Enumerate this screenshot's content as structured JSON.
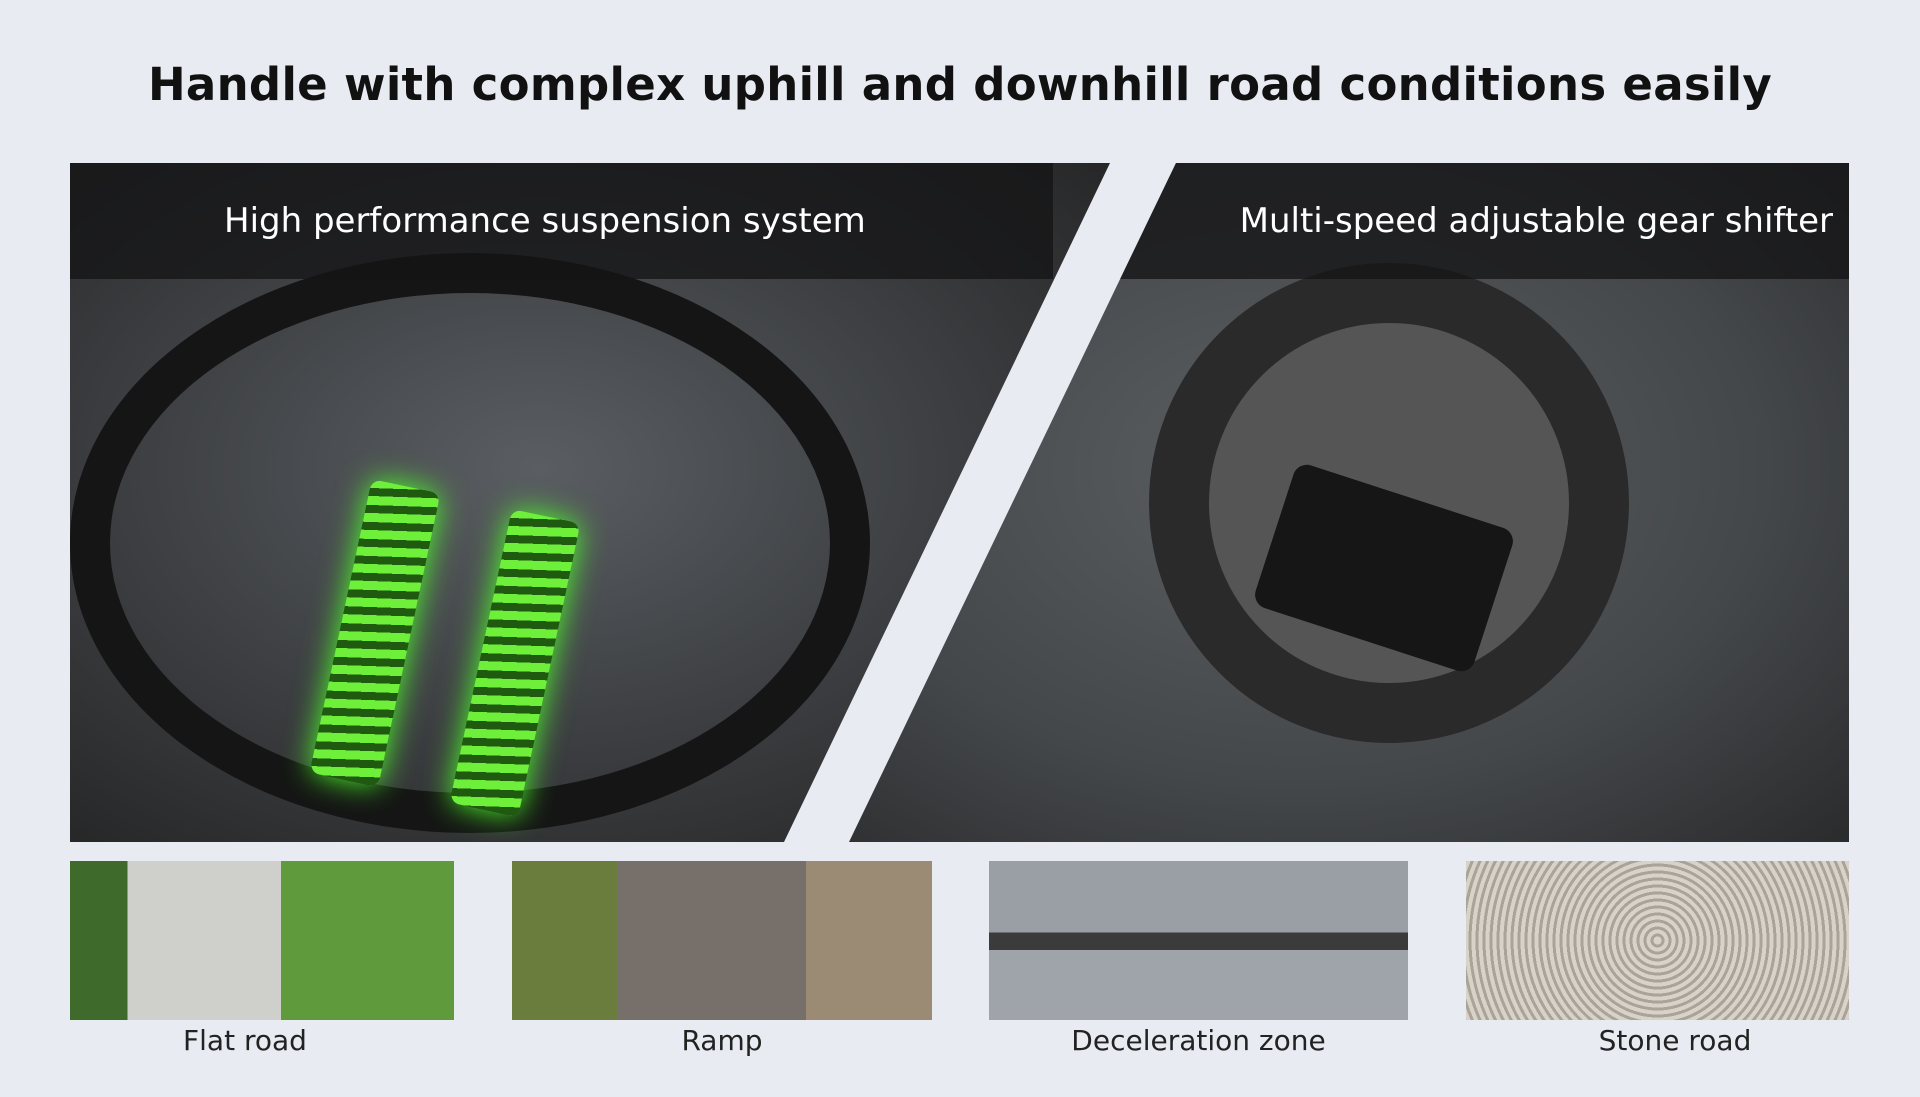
{
  "title": "Handle with complex uphill and downhill road conditions easily",
  "panels": {
    "left_caption": "High performance suspension system",
    "right_caption": "Multi-speed adjustable gear shifter"
  },
  "roads": [
    {
      "label": "Flat road"
    },
    {
      "label": "Ramp"
    },
    {
      "label": "Deceleration zone"
    },
    {
      "label": "Stone road"
    }
  ]
}
